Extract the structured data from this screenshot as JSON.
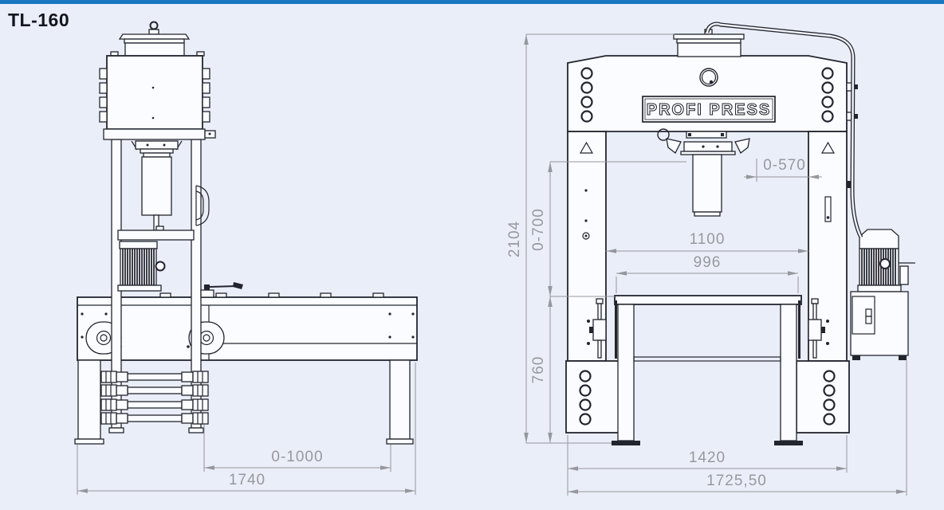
{
  "title": "TL-160",
  "colors": {
    "top_bar": "#1878c2",
    "background": "#eaeef8",
    "line": "#23252e",
    "dimension_gray": "#97999e"
  },
  "machine": {
    "brand_plate": "PROFI PRESS"
  },
  "dimensions": {
    "side_view": {
      "table_travel": "0-1000",
      "overall_length": "1740"
    },
    "front_view": {
      "overall_height": "2104",
      "daylight": "0-700",
      "table_height": "760",
      "ram_travel": "0-570",
      "inner_width": "1100",
      "table_width": "996",
      "column_span": "1420",
      "overall_width": "1725,50"
    }
  }
}
